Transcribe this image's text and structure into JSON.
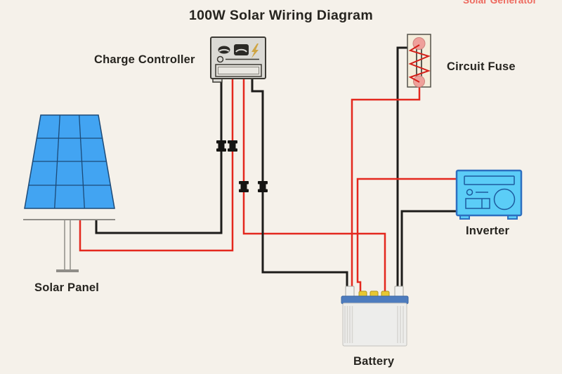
{
  "title": "100W Solar Wiring Diagram",
  "watermark": {
    "text": "Solar Generator"
  },
  "components": {
    "solar_panel": {
      "label": "Solar Panel"
    },
    "charge_controller": {
      "label": "Charge Controller"
    },
    "circuit_fuse": {
      "label": "Circuit Fuse"
    },
    "inverter": {
      "label": "Inverter"
    },
    "battery": {
      "label": "Battery"
    }
  },
  "wires": [
    {
      "name": "solar-panel-negative-to-controller",
      "color": "black"
    },
    {
      "name": "solar-panel-positive-to-controller",
      "color": "red"
    },
    {
      "name": "controller-positive-to-battery",
      "color": "red"
    },
    {
      "name": "controller-negative-to-battery",
      "color": "black"
    },
    {
      "name": "fuse-to-battery",
      "color": "red"
    },
    {
      "name": "fuse-feed",
      "color": "black"
    },
    {
      "name": "inverter-positive-to-battery",
      "color": "red"
    },
    {
      "name": "inverter-negative-to-battery",
      "color": "black"
    }
  ],
  "connectors": {
    "type": "mc4-inline-connector",
    "count": 4
  },
  "colors": {
    "background": "#f5f1ea",
    "text": "#26241f",
    "watermark_red": "#ed695e",
    "wire_red": "#e4281e",
    "wire_black": "#1d1c1a",
    "panel_blue": "#42a4f2",
    "panel_grid": "#1c4a78",
    "inverter_cyan": "#5bcdf7",
    "inverter_border": "#2d6fc0",
    "battery_bar_blue": "#4d7cbe",
    "battery_body": "#ededeb",
    "terminal_cap_yellow": "#e8c832",
    "fuse_body": "#f4eddb",
    "fuse_circle": "#efa09a",
    "controller_body": "#dbdad5",
    "bolt_gold": "#cfa544"
  }
}
